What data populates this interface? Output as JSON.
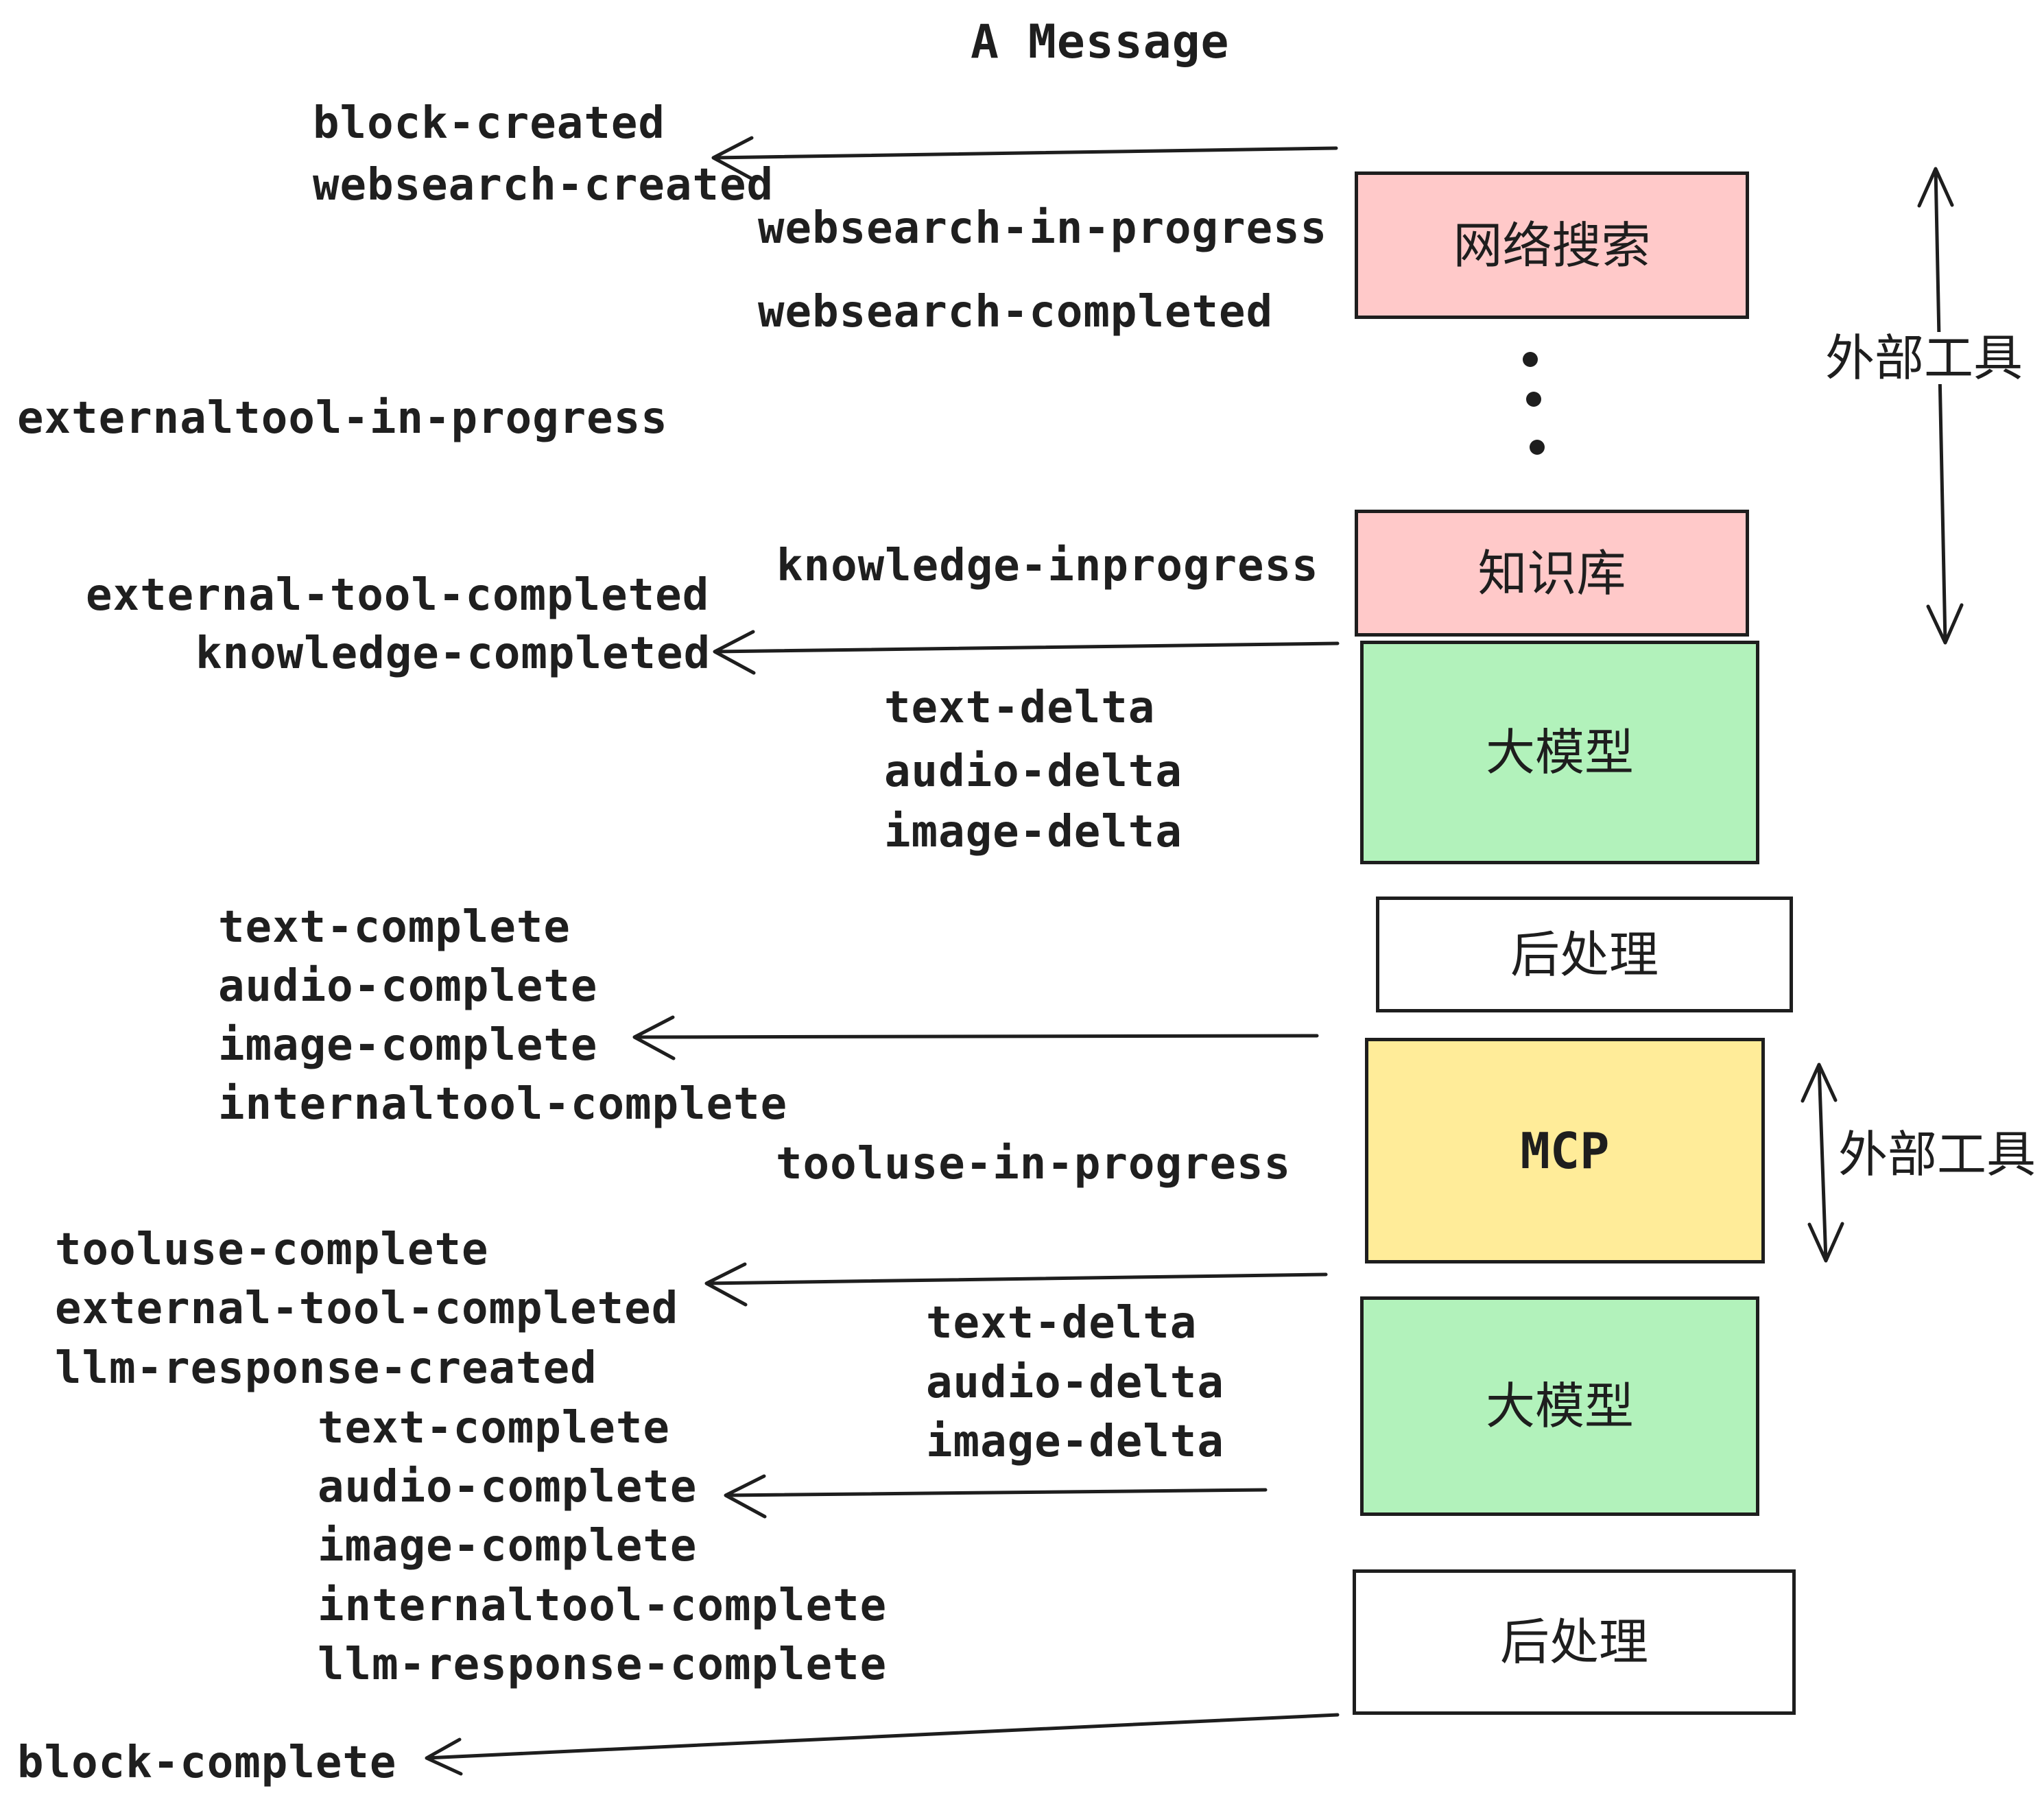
{
  "title": "A Message",
  "events": {
    "block_created": "block-created",
    "websearch_created": "websearch-created",
    "websearch_in_progress": "websearch-in-progress",
    "websearch_completed": "websearch-completed",
    "externaltool_in_progress": "externaltool-in-progress",
    "knowledge_inprogress": "knowledge-inprogress",
    "external_tool_completed": "external-tool-completed",
    "knowledge_completed": "knowledge-completed",
    "text_delta": "text-delta",
    "audio_delta": "audio-delta",
    "image_delta": "image-delta",
    "text_complete": "text-complete",
    "audio_complete": "audio-complete",
    "image_complete": "image-complete",
    "internaltool_complete": "internaltool-complete",
    "tooluse_in_progress": "tooluse-in-progress",
    "tooluse_complete": "tooluse-complete",
    "llm_response_created": "llm-response-created",
    "llm_response_complete": "llm-response-complete",
    "block_complete": "block-complete"
  },
  "boxes": {
    "websearch": {
      "label": "网络搜索",
      "fill": "#ffc9c9"
    },
    "knowledge": {
      "label": "知识库",
      "fill": "#ffc9c9"
    },
    "llm1": {
      "label": "大模型",
      "fill": "#b2f2bb"
    },
    "post1": {
      "label": "后处理",
      "fill": "#ffffff"
    },
    "mcp": {
      "label": "MCP",
      "fill": "#ffec99"
    },
    "llm2": {
      "label": "大模型",
      "fill": "#b2f2bb"
    },
    "post2": {
      "label": "后处理",
      "fill": "#ffffff"
    }
  },
  "annotations": {
    "external_tools_1": "外部工具",
    "external_tools_2": "外部工具"
  },
  "colors": {
    "ink": "#1e1e1e",
    "pink": "#ffc9c9",
    "green": "#b2f2bb",
    "yellow": "#ffec99"
  }
}
